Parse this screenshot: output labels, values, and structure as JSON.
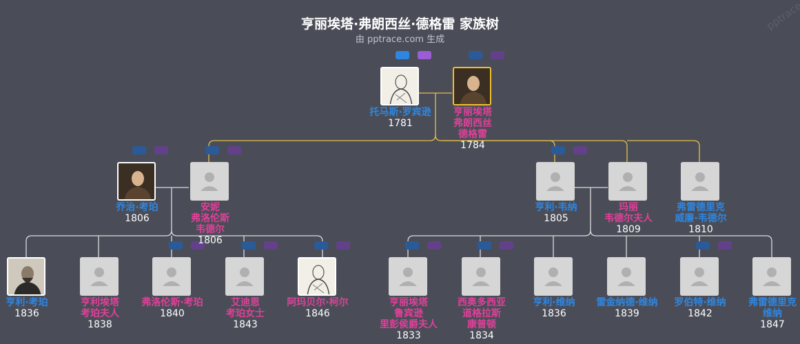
{
  "header": {
    "title": "亨丽埃塔·弗朗西丝·德格雷 家族树",
    "subtitle": "由 pptrace.com 生成",
    "watermark": "pptrace"
  },
  "colors": {
    "male": "#2f86e0",
    "female": "#e0409a",
    "line": "#e8c04a",
    "bg": "#4a4d57"
  },
  "people": {
    "thomas": {
      "name": [
        "托马斯·罗宾逊"
      ],
      "year": "1781",
      "gender": "m",
      "photo": "portrait-engraving"
    },
    "henrietta": {
      "name": [
        "亨丽埃塔",
        "弗朗西丝",
        "德格雷"
      ],
      "year": "1784",
      "gender": "f",
      "photo": "portrait-painting"
    },
    "george": {
      "name": [
        "乔治·考珀"
      ],
      "year": "1806",
      "gender": "m",
      "photo": "portrait-painting"
    },
    "annie": {
      "name": [
        "安妮",
        "弗洛伦斯",
        "韦德尔"
      ],
      "year": "1806",
      "gender": "f",
      "photo": ""
    },
    "henry_w": {
      "name": [
        "亨利·韦纳"
      ],
      "year": "1805",
      "gender": "m",
      "photo": ""
    },
    "mary": {
      "name": [
        "玛丽",
        "韦德尔夫人"
      ],
      "year": "1809",
      "gender": "f",
      "photo": ""
    },
    "frederick_w": {
      "name": [
        "弗雷德里克",
        "威廉·韦德尔"
      ],
      "year": "1810",
      "gender": "m",
      "photo": ""
    },
    "henry_c": {
      "name": [
        "亨利·考珀"
      ],
      "year": "1836",
      "gender": "m",
      "photo": "portrait-photo"
    },
    "henrietta_c": {
      "name": [
        "亨利埃塔",
        "考珀夫人"
      ],
      "year": "1838",
      "gender": "f",
      "photo": ""
    },
    "florence_c": {
      "name": [
        "弗洛伦斯·考珀"
      ],
      "year": "1840",
      "gender": "f",
      "photo": ""
    },
    "adine": {
      "name": [
        "艾迪恩",
        "考珀女士"
      ],
      "year": "1843",
      "gender": "f",
      "photo": ""
    },
    "amabel": {
      "name": [
        "阿玛贝尔·柯尔"
      ],
      "year": "1846",
      "gender": "f",
      "photo": "portrait-engraving"
    },
    "henrietta_r": {
      "name": [
        "亨丽埃塔",
        "鲁宾逊",
        "里彭侯爵夫人"
      ],
      "year": "1833",
      "gender": "f",
      "photo": ""
    },
    "theodosia": {
      "name": [
        "西奥多西亚",
        "道格拉斯",
        "康普顿"
      ],
      "year": "1834",
      "gender": "f",
      "photo": ""
    },
    "henry_v": {
      "name": [
        "亨利·维纳"
      ],
      "year": "1836",
      "gender": "m",
      "photo": ""
    },
    "reginald": {
      "name": [
        "雷金纳德·维纳"
      ],
      "year": "1839",
      "gender": "m",
      "photo": ""
    },
    "robert_v": {
      "name": [
        "罗伯特·维纳"
      ],
      "year": "1842",
      "gender": "m",
      "photo": ""
    },
    "frederick_v": {
      "name": [
        "弗雷德里克",
        "维纳"
      ],
      "year": "1847",
      "gender": "m",
      "photo": ""
    }
  }
}
